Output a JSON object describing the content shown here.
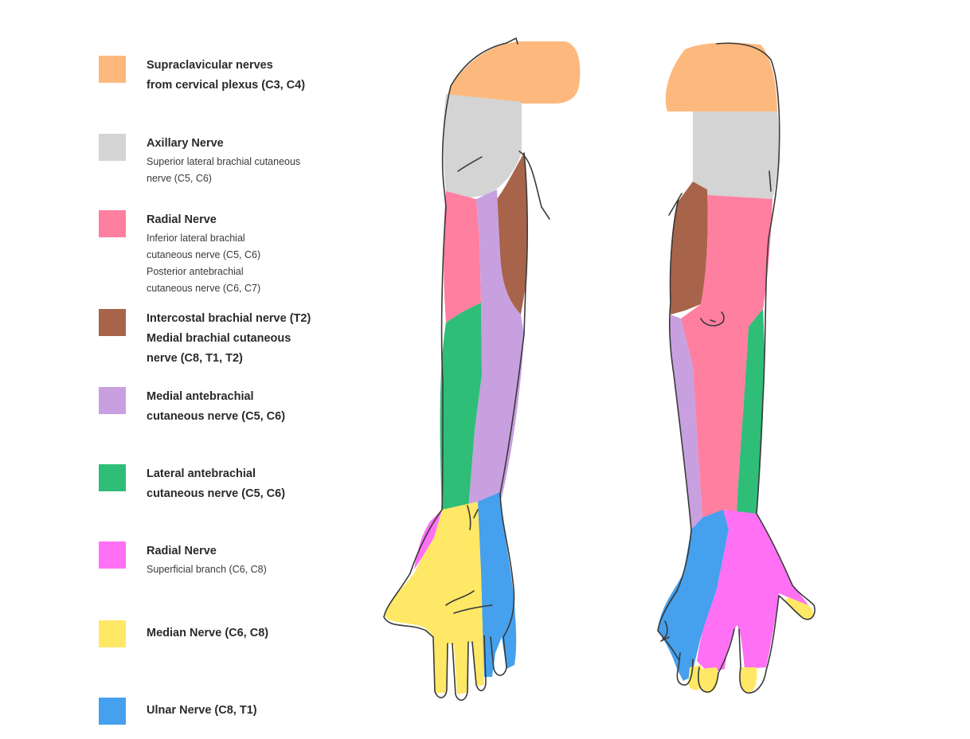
{
  "legend": [
    {
      "color": "#FDB97D",
      "title_lines": [
        "Supraclavicular nerves",
        "from cervical plexus (C3, C4)"
      ],
      "sub_lines": []
    },
    {
      "color": "#D4D4D4",
      "title_lines": [
        "Axillary Nerve"
      ],
      "sub_lines": [
        "Superior lateral brachial cutaneous",
        "nerve (C5, C6)"
      ]
    },
    {
      "color": "#FF7FA0",
      "title_lines": [
        "Radial Nerve"
      ],
      "sub_lines": [
        "Inferior lateral brachial",
        "cutaneous nerve (C5, C6)",
        "Posterior antebrachial",
        "cutaneous nerve (C6, C7)"
      ]
    },
    {
      "color": "#A8644A",
      "title_lines": [
        "Intercostal brachial nerve (T2)",
        "Medial brachial cutaneous",
        "nerve (C8, T1, T2)"
      ],
      "sub_lines": []
    },
    {
      "color": "#C8A0E0",
      "title_lines": [
        "Medial antebrachial",
        "cutaneous nerve (C5, C6)"
      ],
      "sub_lines": []
    },
    {
      "color": "#2FBE78",
      "title_lines": [
        "Lateral antebrachial",
        "cutaneous nerve (C5, C6)"
      ],
      "sub_lines": []
    },
    {
      "color": "#FF70F5",
      "title_lines": [
        "Radial Nerve"
      ],
      "sub_lines": [
        "Superficial branch (C6, C8)"
      ]
    },
    {
      "color": "#FFE866",
      "title_lines": [
        "Median Nerve (C6, C8)"
      ],
      "sub_lines": []
    },
    {
      "color": "#45A0EE",
      "title_lines": [
        "Ulnar Nerve (C8, T1)"
      ],
      "sub_lines": []
    }
  ],
  "colors": {
    "outline": "#3a3a3a",
    "supraclavicular": "#FDB97D",
    "axillary": "#D4D4D4",
    "radial": "#FF7FA0",
    "intercostal": "#A8644A",
    "medial_ante": "#C8A0E0",
    "lateral_ante": "#2FBE78",
    "radial_superficial": "#FF70F5",
    "median": "#FFE866",
    "ulnar": "#45A0EE"
  }
}
